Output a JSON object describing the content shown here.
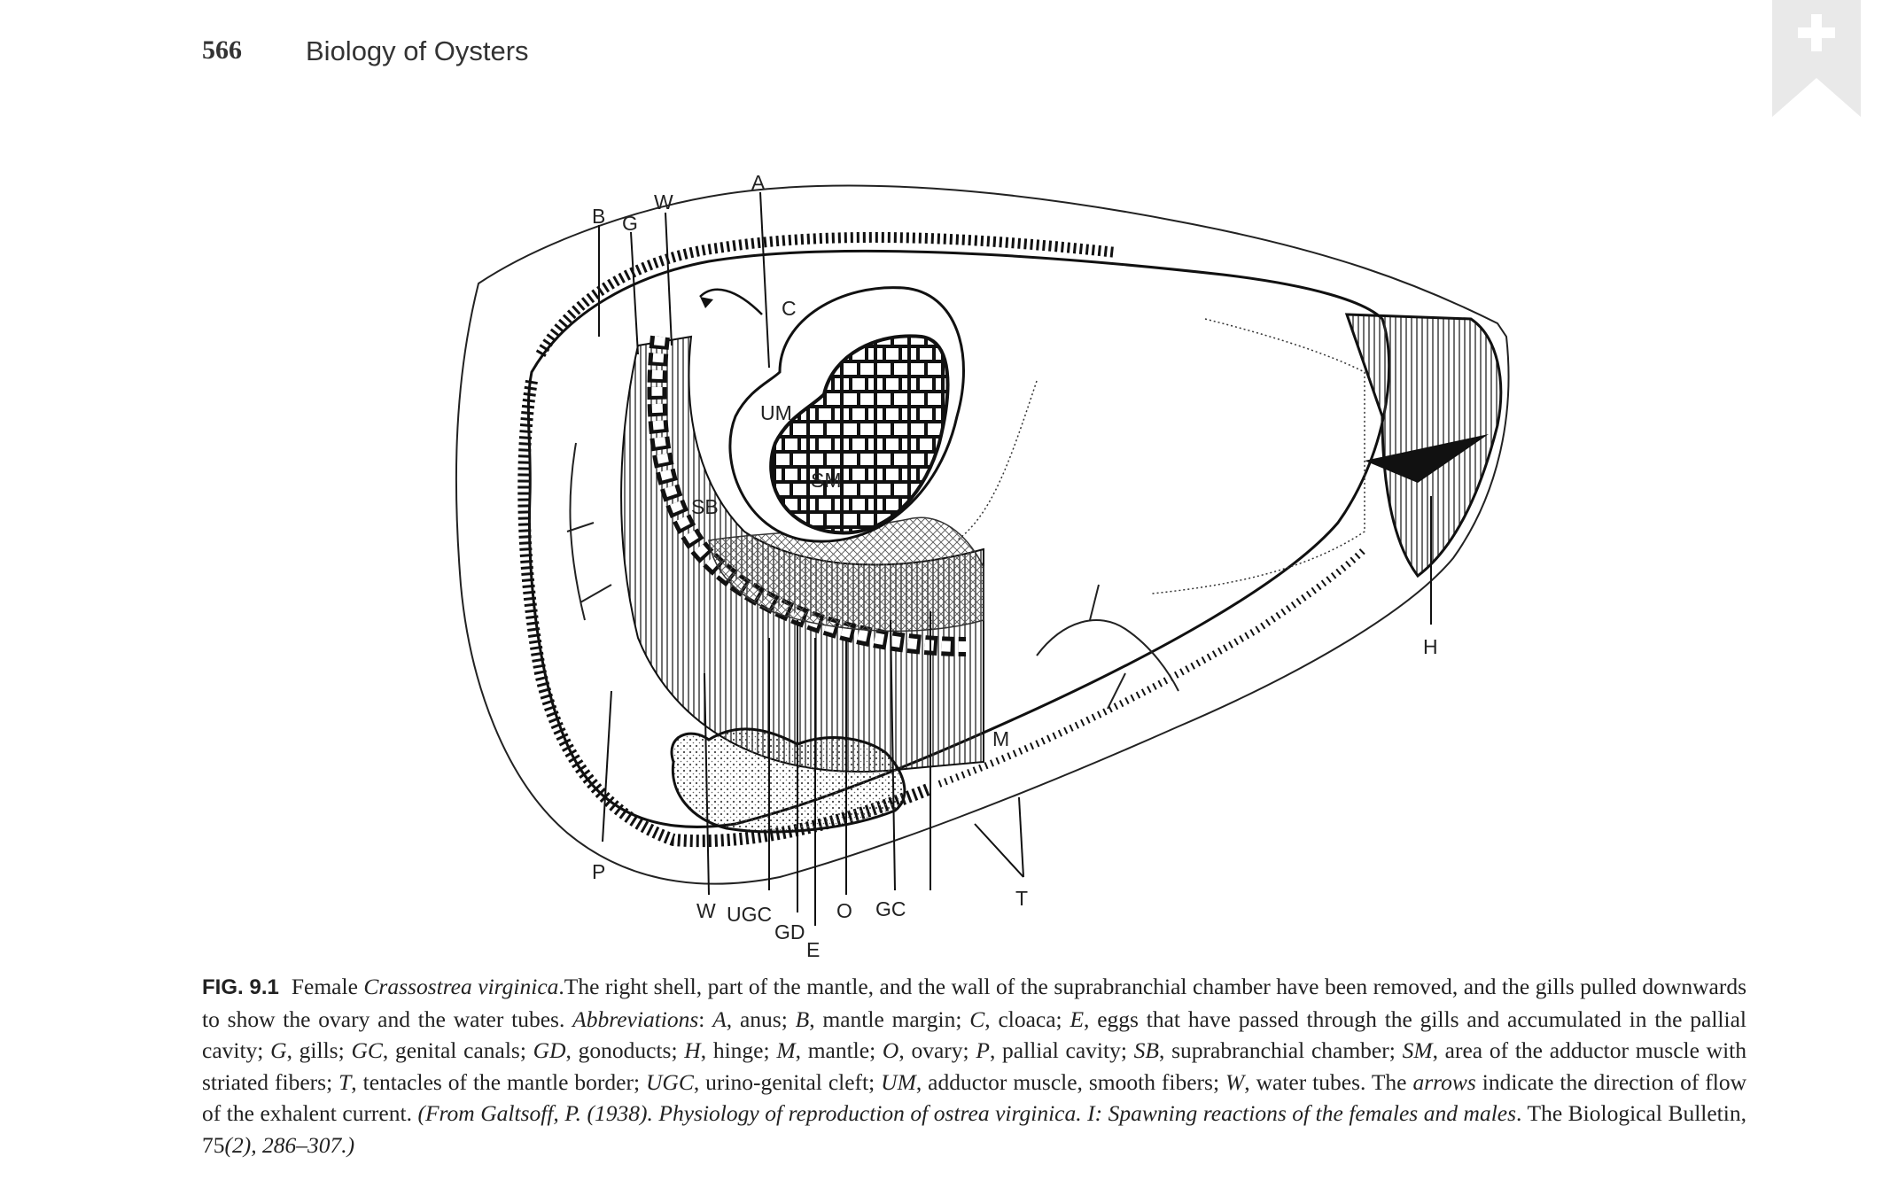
{
  "header": {
    "page_number": "566",
    "running_title": "Biology of Oysters"
  },
  "bookmark": {
    "icon": "bookmark-plus-icon",
    "color": "#e9e9e9"
  },
  "figure": {
    "labels": {
      "A": "A",
      "B": "B",
      "G": "G",
      "W_top": "W",
      "C": "C",
      "UM": "UM",
      "SM": "SM",
      "SB": "SB",
      "H": "H",
      "M": "M",
      "P": "P",
      "W_bottom": "W",
      "UGC": "UGC",
      "GD": "GD",
      "E": "E",
      "O": "O",
      "GC": "GC",
      "T": "T"
    }
  },
  "caption": {
    "fig_label": "FIG. 9.1",
    "s1": "Female ",
    "species": "Crassostrea virginica",
    "s2": ".The right shell, part of the mantle, and the wall of the suprabranchial chamber have been removed, and the gills pulled downwards to show the ovary and the water tubes. ",
    "abbr_label": "Abbreviations",
    "a1": "A",
    "a1t": ", anus; ",
    "a2": "B",
    "a2t": ", mantle margin; ",
    "a3": "C",
    "a3t": ", cloaca; ",
    "a4": "E",
    "a4t": ", eggs that have passed through the gills and accumulated in the pallial cavity; ",
    "a5": "G",
    "a5t": ", gills; ",
    "a6": "GC",
    "a6t": ", genital canals; ",
    "a7": "GD",
    "a7t": ", gonoducts; ",
    "a8": "H",
    "a8t": ", hinge; ",
    "a9": "M",
    "a9t": ", mantle; ",
    "a10": "O",
    "a10t": ", ovary; ",
    "a11": "P",
    "a11t": ", pallial cavity; ",
    "a12": "SB",
    "a12t": ", suprabranchial chamber; ",
    "a13": "SM",
    "a13t": ", area of the adductor muscle with striated fibers; ",
    "a14": "T",
    "a14t": ", tentacles of the mantle border; ",
    "a15": "UGC",
    "a15t": ", urino-genital cleft; ",
    "a16": "UM",
    "a16t": ", adductor muscle, smooth fibers; ",
    "a17": "W",
    "a17t": ", water tubes. The ",
    "arrows": "arrows",
    "s3": " indicate the direction of flow of the exhalent current. ",
    "source": "(From Galtsoff, P. (1938). Physiology of reproduction of ostrea virginica. I: Spawning reactions of the females and males",
    "s4": ". The Biological Bulletin, 75",
    "source2": "(2), 286–307.)"
  }
}
